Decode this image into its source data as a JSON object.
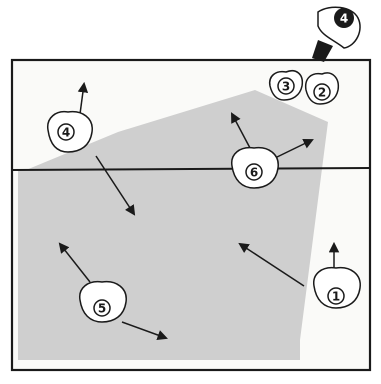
{
  "colors": {
    "background": "#ffffff",
    "court_fill": "#fafaf8",
    "shaded_zone": "#cfcfcf",
    "line": "#1a1a1a",
    "player_fill": "#ffffff",
    "server_fill": "#1a1a1a"
  },
  "players": {
    "server": {
      "number": "4",
      "role": "serving"
    },
    "p2": {
      "number": "2"
    },
    "p3": {
      "number": "3"
    },
    "p4": {
      "number": "4"
    },
    "p6": {
      "number": "6"
    },
    "p5": {
      "number": "5"
    },
    "p1": {
      "number": "1"
    }
  },
  "icons": {
    "arrow": "movement-arrow-icon",
    "player": "player-top-view-icon",
    "ball": "volleyball-icon"
  }
}
